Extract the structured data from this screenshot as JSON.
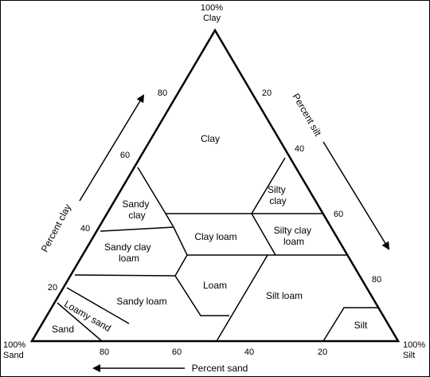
{
  "corners": {
    "top": [
      "100%",
      "Clay"
    ],
    "left": [
      "100%",
      "Sand"
    ],
    "right": [
      "100%",
      "Silt"
    ]
  },
  "axes": {
    "clay": {
      "title": "Percent clay",
      "ticks": [
        80,
        60,
        40,
        20
      ]
    },
    "silt": {
      "title": "Percent silt",
      "ticks": [
        20,
        40,
        60,
        80
      ]
    },
    "sand": {
      "title": "Percent sand",
      "ticks": [
        80,
        60,
        40,
        20
      ]
    }
  },
  "classes": [
    {
      "id": "clay",
      "lines": [
        "Clay"
      ]
    },
    {
      "id": "silty-clay",
      "lines": [
        "Silty",
        "clay"
      ]
    },
    {
      "id": "sandy-clay",
      "lines": [
        "Sandy",
        "clay"
      ]
    },
    {
      "id": "clay-loam",
      "lines": [
        "Clay loam"
      ]
    },
    {
      "id": "silty-clay-loam",
      "lines": [
        "Silty clay",
        "loam"
      ]
    },
    {
      "id": "sandy-clay-loam",
      "lines": [
        "Sandy clay",
        "loam"
      ]
    },
    {
      "id": "loam",
      "lines": [
        "Loam"
      ]
    },
    {
      "id": "silt-loam",
      "lines": [
        "Silt loam"
      ]
    },
    {
      "id": "sandy-loam",
      "lines": [
        "Sandy loam"
      ]
    },
    {
      "id": "loamy-sand",
      "lines": [
        "Loamy sand"
      ]
    },
    {
      "id": "sand",
      "lines": [
        "Sand"
      ]
    },
    {
      "id": "silt",
      "lines": [
        "Silt"
      ]
    }
  ],
  "colors": {
    "line": "#000000",
    "background": "#ffffff"
  }
}
